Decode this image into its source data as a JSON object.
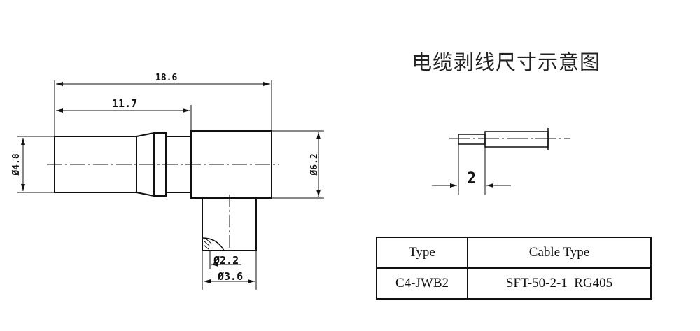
{
  "title": "电缆剥线尺寸示意图",
  "dimensions": {
    "overall_length": "18.6",
    "body_length": "11.7",
    "left_diameter": "Ø4.8",
    "right_diameter": "Ø6.2",
    "inner_diameter": "Ø2.2",
    "outer_diameter": "Ø3.6",
    "strip_length": "2"
  },
  "table": {
    "headers": [
      "Type",
      "Cable Type"
    ],
    "rows": [
      [
        "C4-JWB2",
        "SFT-50-2-1  RG405"
      ]
    ]
  }
}
